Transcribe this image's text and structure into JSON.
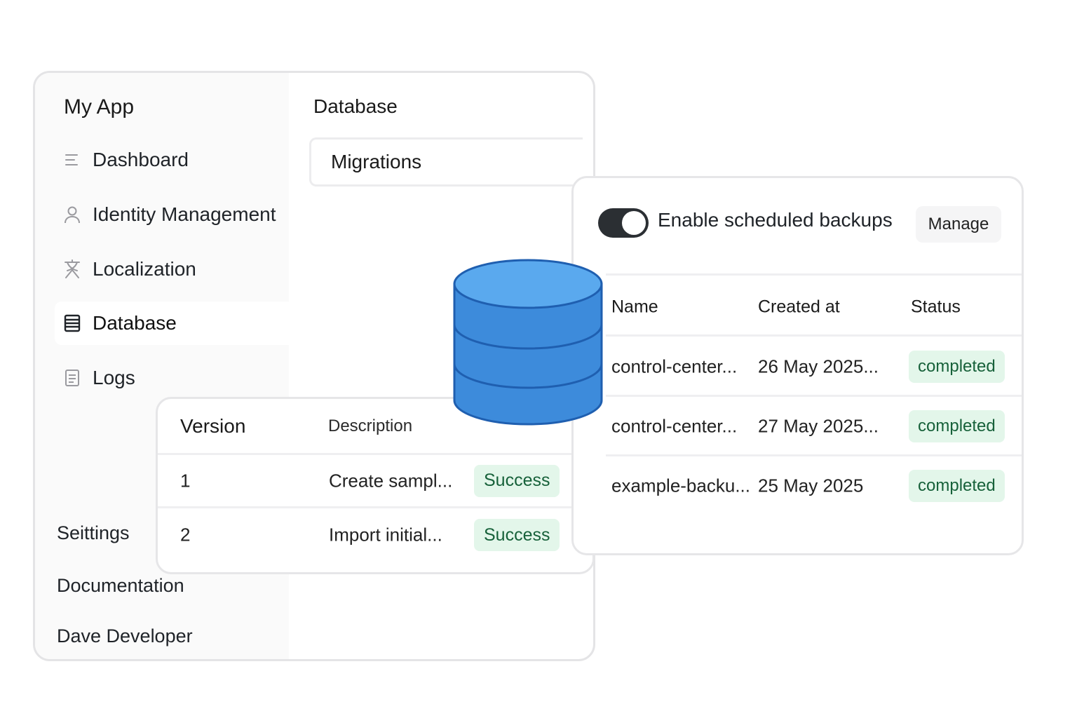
{
  "app": {
    "title": "My App"
  },
  "sidebar": {
    "items": [
      {
        "label": "Dashboard",
        "icon": "list-icon"
      },
      {
        "label": "Identity Management",
        "icon": "user-icon"
      },
      {
        "label": "Localization",
        "icon": "translate-icon"
      },
      {
        "label": "Database",
        "icon": "database-icon",
        "active": true
      },
      {
        "label": "Logs",
        "icon": "document-icon"
      }
    ],
    "bottom_links": [
      "Seittings",
      "Documentation",
      "Dave Developer"
    ]
  },
  "main": {
    "heading": "Database",
    "tabs": [
      {
        "label": "Migrations"
      }
    ]
  },
  "migrations": {
    "columns": [
      "Version",
      "Description"
    ],
    "rows": [
      {
        "version": "1",
        "description": "Create sampl...",
        "status": "Success"
      },
      {
        "version": "2",
        "description": "Import initial...",
        "status": "Success"
      }
    ]
  },
  "backups": {
    "toggle_label": "Enable scheduled backups",
    "toggle_on": true,
    "manage_label": "Manage",
    "columns": [
      "Name",
      "Created at",
      "Status"
    ],
    "rows": [
      {
        "name": "control-center...",
        "created": "26 May 2025...",
        "status": "completed"
      },
      {
        "name": "control-center...",
        "created": "27 May 2025...",
        "status": "completed"
      },
      {
        "name": "example-backu...",
        "created": "25 May 2025",
        "status": "completed"
      }
    ]
  },
  "colors": {
    "badge_bg": "#e3f6ea",
    "badge_text": "#17613a",
    "toggle_on": "#2b2f33",
    "database_blue": "#3d8bdb",
    "database_top": "#5aa9ee",
    "database_outline": "#1f5fb0"
  }
}
